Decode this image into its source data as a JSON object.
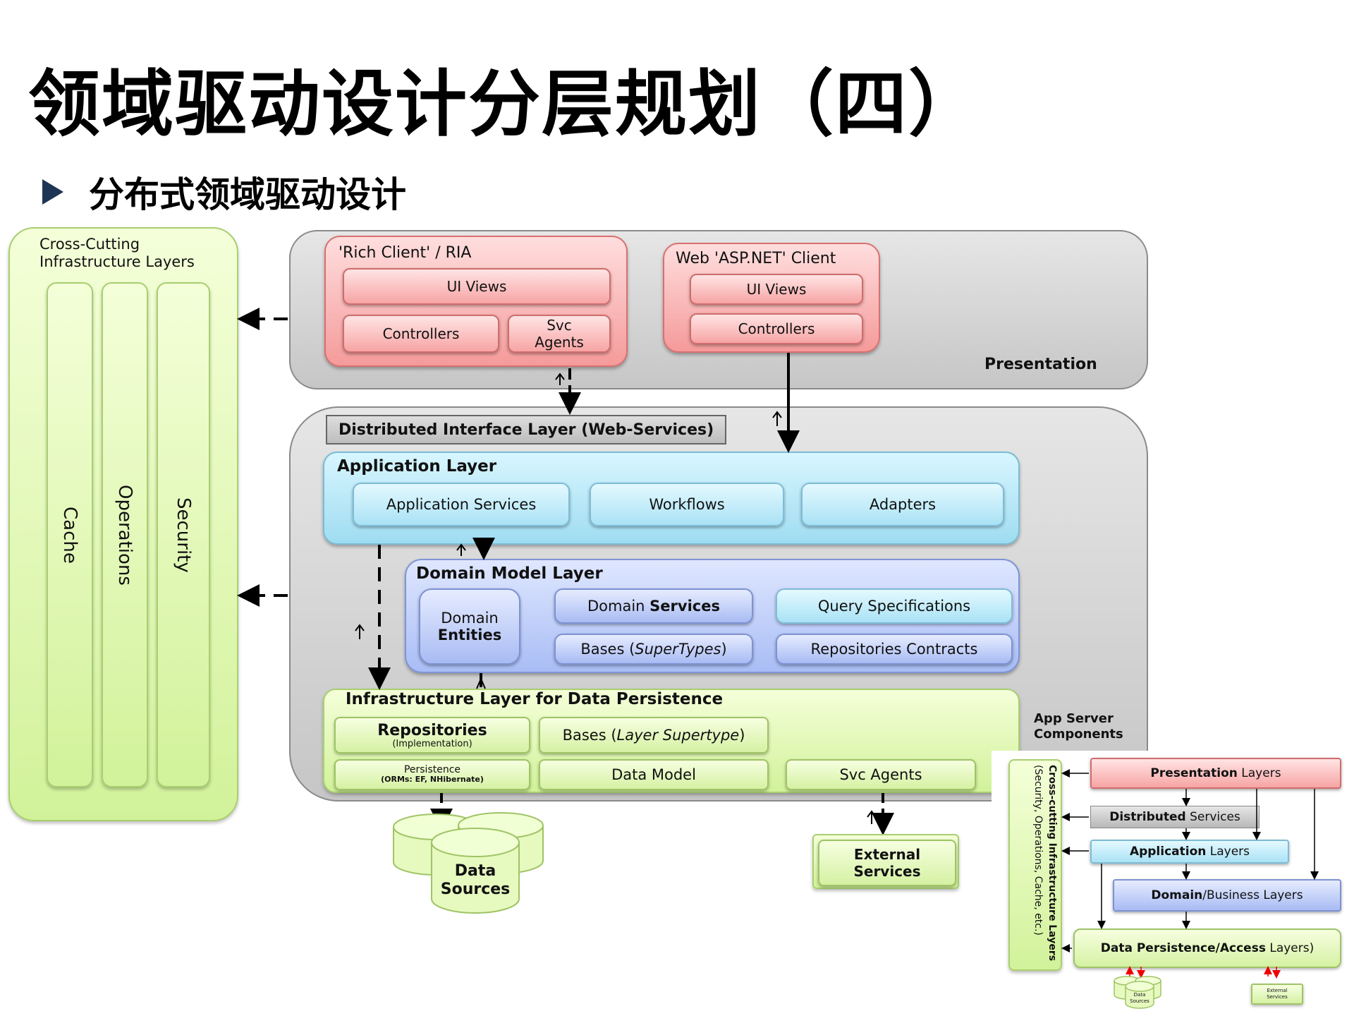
{
  "slide": {
    "title": "领域驱动设计分层规划（四）",
    "subtitle": "分布式领域驱动设计"
  },
  "main_diagram": {
    "cross_cutting": {
      "title_line1": "Cross-Cutting",
      "title_line2": "Infrastructure Layers",
      "columns": [
        "Cache",
        "Operations",
        "Security"
      ]
    },
    "presentation": {
      "label": "Presentation",
      "rich_client": {
        "title": "'Rich Client' / RIA",
        "ui_views": "UI Views",
        "controllers": "Controllers",
        "svc_agents_line1": "Svc",
        "svc_agents_line2": "Agents"
      },
      "web_client": {
        "title": "Web 'ASP.NET' Client",
        "ui_views": "UI Views",
        "controllers": "Controllers"
      }
    },
    "distributed_interface": "Distributed Interface Layer (Web-Services)",
    "app_server_line1": "App Server",
    "app_server_line2": "Components",
    "application_layer": {
      "title": "Application Layer",
      "items": [
        "Application Services",
        "Workflows",
        "Adapters"
      ]
    },
    "domain_model_layer": {
      "title": "Domain Model Layer",
      "entities_line1": "Domain",
      "entities_line2": "Entities",
      "domain_services_a": "Domain ",
      "domain_services_b": "Services",
      "query_specifications": "Query Specifications",
      "bases_a": "Bases (",
      "bases_b": "SuperTypes",
      "bases_c": ")",
      "repositories_contracts": "Repositories Contracts"
    },
    "infrastructure_layer": {
      "title": "Infrastructure Layer for Data Persistence",
      "repositories": "Repositories",
      "repositories_sub": "(Implementation)",
      "bases_a": "Bases (",
      "bases_b": "Layer Supertype",
      "bases_c": ")",
      "persistence": "Persistence",
      "persistence_sub": "(ORMs: EF, NHibernate)",
      "data_model": "Data Model",
      "svc_agents": "Svc Agents"
    },
    "data_sources_line1": "Data",
    "data_sources_line2": "Sources",
    "external_services_line1": "External",
    "external_services_line2": "Services"
  },
  "mini_diagram": {
    "cross_cutting_line1": "Cross-cutting Infrastructure Layers",
    "cross_cutting_line2": "(Security, Operations, Cache, etc.)",
    "presentation_a": "Presentation",
    "presentation_b": " Layers",
    "distributed_a": "Distributed",
    "distributed_b": " Services",
    "application_a": "Application",
    "application_b": " Layers",
    "domain_a": "Domain",
    "domain_b": "/Business Layers",
    "data_a": "Data Persistence/Access",
    "data_b": " Layers)",
    "data_sources_line1": "Data",
    "data_sources_line2": "Sources",
    "external_line1": "External",
    "external_line2": "Services"
  },
  "colors": {
    "presentation": "#f59a9a",
    "application": "#9fdcf1",
    "domain": "#a9bdf5",
    "infrastructure": "#d2f29a",
    "panel": "#c6c6c6"
  }
}
